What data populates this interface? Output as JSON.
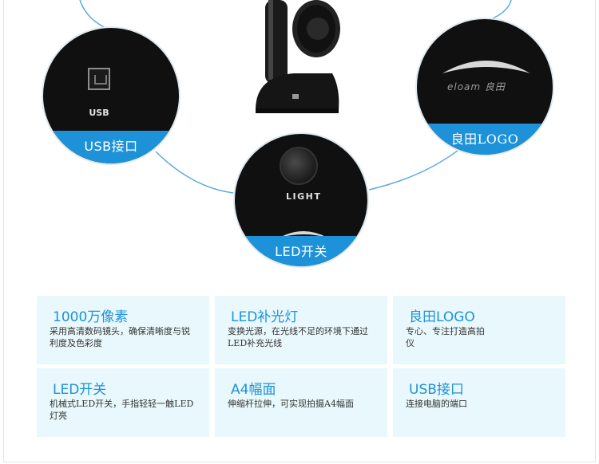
{
  "features": {
    "usb": {
      "band": "USB接口",
      "port_label": "USB"
    },
    "logo": {
      "band": "良田LOGO",
      "brand": "eloam 良田"
    },
    "led": {
      "band": "LED开关",
      "switch_label": "LIGHT"
    }
  },
  "cards": [
    {
      "title": "1000万像素",
      "desc": "采用高清数码镜头，确保清晰度与锐利度及色彩度"
    },
    {
      "title": "LED补光灯",
      "desc": "变换光源，在光线不足的环境下通过LED补充光线"
    },
    {
      "title": "良田LOGO",
      "desc": "专心、专注打造高拍仪"
    },
    {
      "title": "LED开关",
      "desc": "机械式LED开关，手指轻轻一触LED灯亮"
    },
    {
      "title": "A4幅面",
      "desc": "伸缩杆拉伸，可实现拍摄A4幅面"
    },
    {
      "title": "USB接口",
      "desc": "连接电脑的端口"
    }
  ],
  "colors": {
    "accent": "#1e92d9",
    "card_bg": "#e9f8fc"
  }
}
